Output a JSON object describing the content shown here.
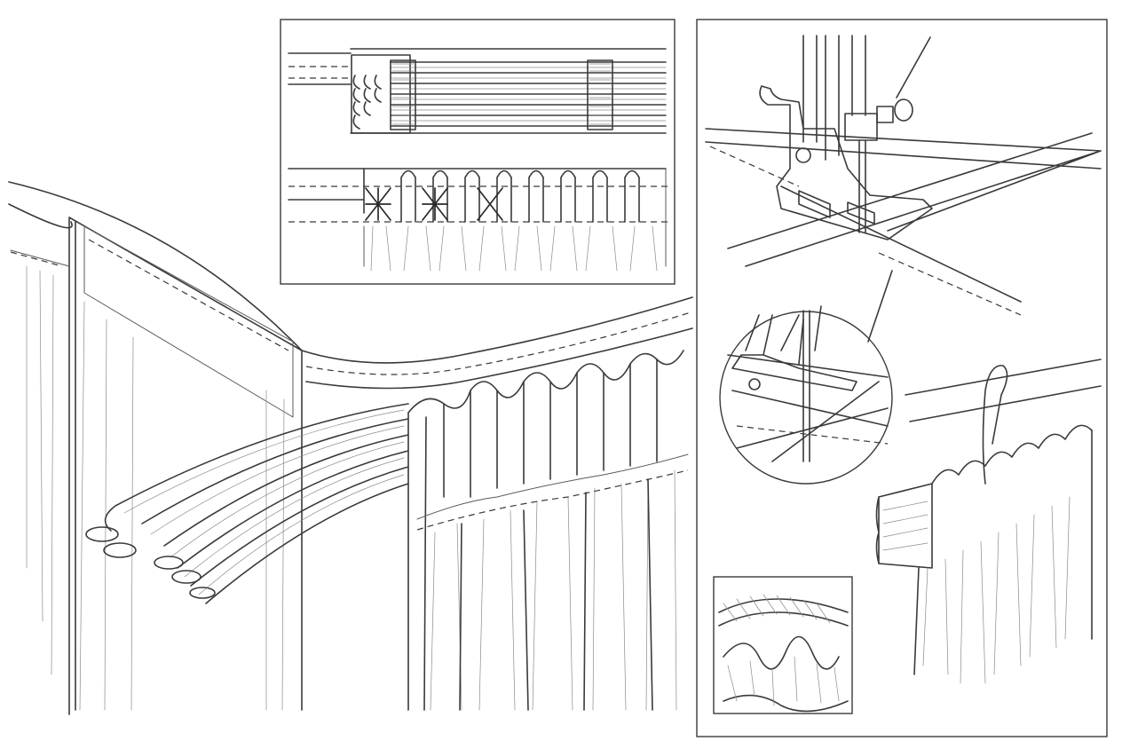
{
  "figure": {
    "style": "pencil line illustration",
    "ink_color": "#3a3a3a",
    "background": "#ffffff",
    "panels": [
      "main-curtain-heading-tape",
      "inset-tape-flat-and-gathered",
      "inset-sewing-machine-foot",
      "inset-needle-magnified",
      "inset-hook-on-rod",
      "inset-gathered-cord-detail"
    ]
  }
}
